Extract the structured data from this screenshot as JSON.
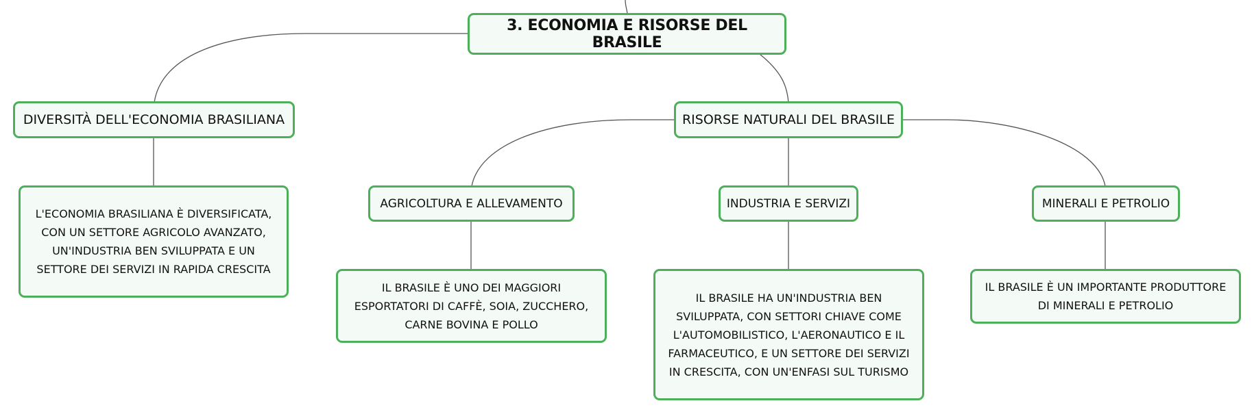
{
  "root": {
    "label": "3. ECONOMIA E RISORSE DEL BRASILE"
  },
  "branches": {
    "diversity": {
      "label": "DIVERSITÀ DELL'ECONOMIA BRASILIANA",
      "detail": "L'ECONOMIA BRASILIANA È DIVERSIFICATA, CON UN SETTORE AGRICOLO AVANZATO, UN'INDUSTRIA BEN SVILUPPATA E UN SETTORE DEI SERVIZI IN RAPIDA CRESCITA"
    },
    "resources": {
      "label": "RISORSE NATURALI DEL BRASILE",
      "children": {
        "agriculture": {
          "label": "AGRICOLTURA E ALLEVAMENTO",
          "detail": "IL BRASILE È UNO DEI MAGGIORI ESPORTATORI DI CAFFÈ, SOIA, ZUCCHERO, CARNE BOVINA E POLLO"
        },
        "industry": {
          "label": "INDUSTRIA E SERVIZI",
          "detail": "IL BRASILE HA UN'INDUSTRIA BEN SVILUPPATA, CON SETTORI CHIAVE COME L'AUTOMOBILISTICO, L'AERONAUTICO E IL FARMACEUTICO, E UN SETTORE DEI SERVIZI IN CRESCITA, CON UN'ENFASI SUL TURISMO"
        },
        "minerals": {
          "label": "MINERALI E PETROLIO",
          "detail": "IL BRASILE È UN IMPORTANTE PRODUTTORE DI MINERALI E PETROLIO"
        }
      }
    }
  },
  "colors": {
    "border": "#4caf5a",
    "fill": "#f4faf5",
    "connector": "#555555"
  }
}
